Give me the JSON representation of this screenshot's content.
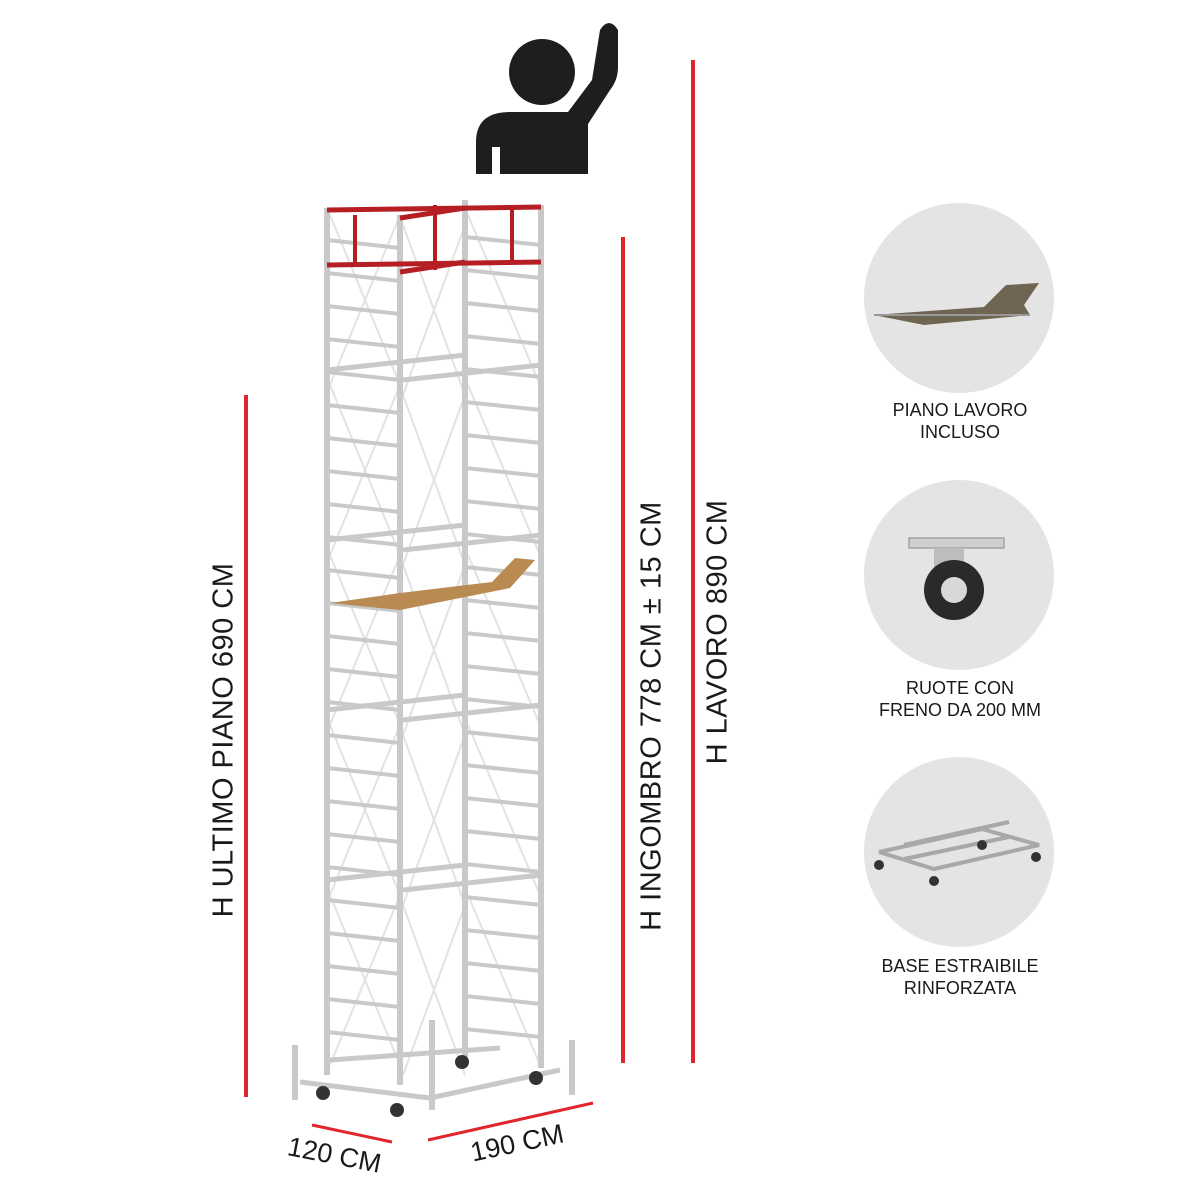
{
  "dimensions": {
    "last_floor_height": "H  ULTIMO PIANO  690 CM",
    "overall_height": "H INGOMBRO 778 CM ± 15 CM",
    "working_height": "H  LAVORO  890 CM",
    "depth": "120 CM",
    "length": "190 CM"
  },
  "features": [
    {
      "icon": "work-platform-icon",
      "line1": "PIANO LAVORO",
      "line2": "INCLUSO"
    },
    {
      "icon": "caster-wheel-icon",
      "line1": "RUOTE CON",
      "line2": "FRENO DA 200 MM"
    },
    {
      "icon": "extractable-base-icon",
      "line1": "BASE ESTRAIBILE",
      "line2": "RINFORZATA"
    }
  ],
  "colors": {
    "accent": "#e0262b",
    "frame": "#c9c9c9",
    "guardrail": "#b51f24",
    "platform": "#b98a52",
    "icon": "#1e1e1e"
  }
}
